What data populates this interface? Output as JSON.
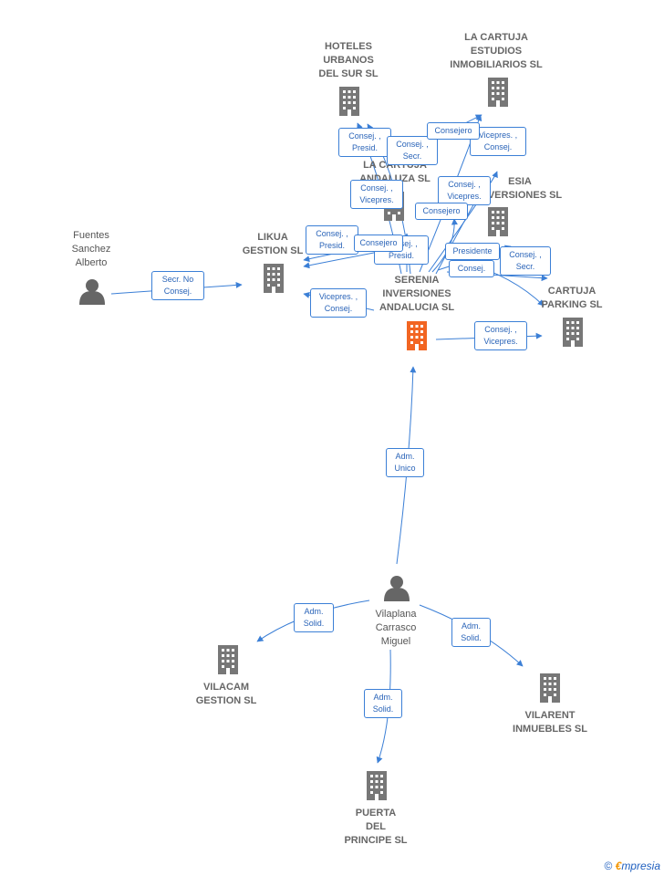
{
  "nodes": {
    "hoteles": {
      "label": "HOTELES\nURBANOS\nDEL SUR SL"
    },
    "lacartuja_estudios": {
      "label": "LA CARTUJA\nESTUDIOS\nINMOBILIARIOS SL"
    },
    "lacartuja_andaluza": {
      "label": "LA CARTUJA\nANDALUZA SL"
    },
    "esia_inversiones": {
      "label": "ESIA\nINVERSIONES SL"
    },
    "likua": {
      "label": "LIKUA\nGESTION SL"
    },
    "serenia": {
      "label": "SERENIA\nINVERSIONES\nANDALUCIA SL"
    },
    "cartuja_parking": {
      "label": "CARTUJA\nPARKING SL"
    },
    "vilacam": {
      "label": "VILACAM\nGESTION SL"
    },
    "vilarent": {
      "label": "VILARENT\nINMUEBLES SL"
    },
    "puerta": {
      "label": "PUERTA\nDEL\nPRINCIPE SL"
    }
  },
  "persons": {
    "fuentes": {
      "label": "Fuentes\nSanchez\nAlberto"
    },
    "vilaplana": {
      "label": "Vilaplana\nCarrasco\nMiguel"
    }
  },
  "edges": {
    "fuentes_likua": "Secr.  No\nConsej.",
    "vilaplana_serenia": "Adm.\nUnico",
    "vilaplana_vilacam": "Adm.\nSolid.",
    "vilaplana_vilarent": "Adm.\nSolid.",
    "vilaplana_puerta": "Adm.\nSolid.",
    "serenia_parking": "Consej. ,\nVicepres.",
    "serenia_likua_vicepres": "Vicepres. ,\nConsej.",
    "serenia_likua_presid": "Consej. ,\nPresid.",
    "serenia_likua_consejero": "Consejero",
    "serenia_hoteles_presid": "Consej. ,\nPresid.",
    "serenia_hoteles_secr": "Consej. ,\nSecr.",
    "serenia_estudios_consejero": "Consejero",
    "serenia_estudios_vicepres": "Vicepres. ,\nConsej.",
    "serenia_andaluza_vicepres": "Consej. ,\nVicepres.",
    "serenia_andaluza_presid": "Consej. ,\nPresid.",
    "serenia_esia_vicepres": "Consej. ,\nVicepres.",
    "serenia_esia_consejero": "Consejero",
    "serenia_esia_presidente": "Presidente",
    "serenia_esia_consej": "Consej.",
    "serenia_parking_secr": "Consej. ,\nSecr."
  },
  "footer": {
    "copyright": "©",
    "brand_e": "€",
    "brand_rest": "mpresia"
  },
  "colors": {
    "edge": "#3b7fd6",
    "building": "#777777",
    "main_building": "#f26522",
    "person": "#666666"
  }
}
